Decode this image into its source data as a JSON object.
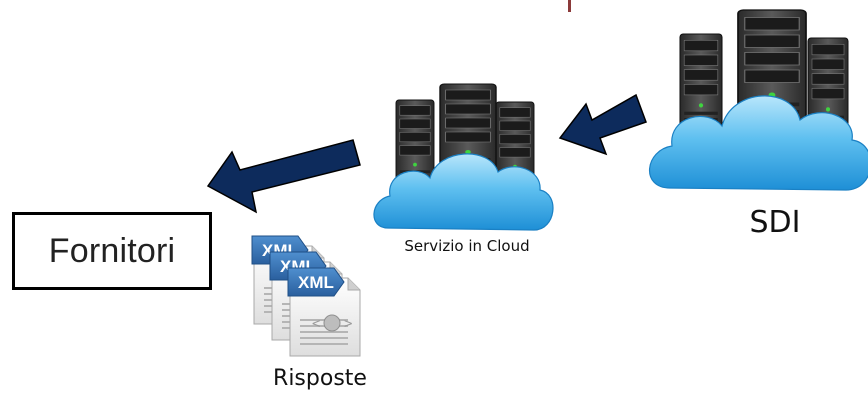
{
  "nodes": {
    "sdi": {
      "label": "SDI"
    },
    "cloud_service": {
      "label": "Servizio in Cloud"
    },
    "suppliers": {
      "label": "Fornitori"
    },
    "responses": {
      "label": "Risposte",
      "doc_tags": [
        "XML",
        "XML",
        "XML"
      ]
    }
  },
  "colors": {
    "arrow": "#0D2B5C",
    "arrow_outline": "#000000",
    "cloud": "#5FC0F0",
    "server": "#3A3A3A",
    "accent": "#8B3A3A",
    "xml_badge": "#2F6FB0"
  },
  "icons": [
    "server-cloud-icon",
    "xml-documents-icon",
    "arrow-left-icon"
  ]
}
